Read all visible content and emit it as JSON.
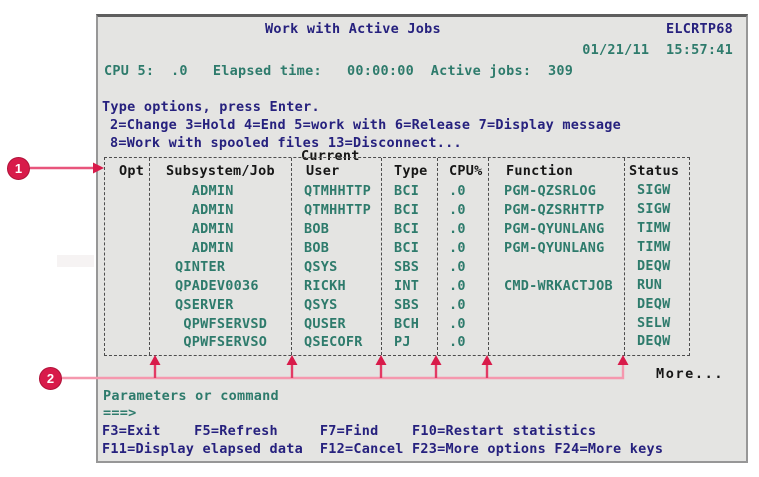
{
  "screen": {
    "title": "Work with Active Jobs",
    "system_name": "ELCRTP68",
    "datetime": "01/21/11  15:57:41",
    "cpu_line": "CPU 5:  .0   Elapsed time:   00:00:00  Active jobs:  309",
    "prompt": "Type options, press Enter.",
    "options_line1": "2=Change 3=Hold 4=End 5=work with 6=Release 7=Display message",
    "options_line2": "8=Work with spooled files 13=Disconnect...",
    "current_label": "Current",
    "more_label": "More...",
    "params_label": "Parameters or command",
    "cmd_prompt": "===>",
    "fkeys_line1": "F3=Exit    F5=Refresh     F7=Find    F10=Restart statistics",
    "fkeys_line2": "F11=Display elapsed data  F12=Cancel F23=More options F24=More keys"
  },
  "table": {
    "headers": {
      "opt": "Opt",
      "job": "Subsystem/Job",
      "user": "User",
      "type": "Type",
      "cpu": "CPU%",
      "function": "Function",
      "status": "Status"
    },
    "rows": [
      {
        "opt": "",
        "job": "  ADMIN",
        "user": "QTMHHTTP",
        "type": "BCI",
        "cpu": ".0",
        "function": "PGM-QZSRLOG",
        "status": "SIGW"
      },
      {
        "opt": "",
        "job": "  ADMIN",
        "user": "QTMHHTTP",
        "type": "BCI",
        "cpu": ".0",
        "function": "PGM-QZSRHTTP",
        "status": "SIGW"
      },
      {
        "opt": "",
        "job": "  ADMIN",
        "user": "BOB",
        "type": "BCI",
        "cpu": ".0",
        "function": "PGM-QYUNLANG",
        "status": "TIMW"
      },
      {
        "opt": "",
        "job": "  ADMIN",
        "user": "BOB",
        "type": "BCI",
        "cpu": ".0",
        "function": "PGM-QYUNLANG",
        "status": "TIMW"
      },
      {
        "opt": "",
        "job": "QINTER",
        "user": "QSYS",
        "type": "SBS",
        "cpu": ".0",
        "function": "",
        "status": "DEQW"
      },
      {
        "opt": "",
        "job": "QPADEV0036",
        "user": "RICKH",
        "type": "INT",
        "cpu": ".0",
        "function": "CMD-WRKACTJOB",
        "status": "RUN"
      },
      {
        "opt": "",
        "job": "QSERVER",
        "user": "QSYS",
        "type": "SBS",
        "cpu": ".0",
        "function": "",
        "status": "DEQW"
      },
      {
        "opt": "",
        "job": " QPWFSERVSD",
        "user": "QUSER",
        "type": "BCH",
        "cpu": ".0",
        "function": "",
        "status": "SELW"
      },
      {
        "opt": "",
        "job": " QPWFSERVSO",
        "user": "QSECOFR",
        "type": "PJ",
        "cpu": ".0",
        "function": "",
        "status": "DEQW"
      }
    ]
  },
  "callouts": {
    "one": "1",
    "two": "2"
  },
  "colors": {
    "navy_text": "#26217e",
    "teal_text": "#2e7b6c",
    "black_text": "#161616",
    "panel_background": "#e4e4e2",
    "callout_crimson": "#d81b4a",
    "arrow_crimson": "#e23a64",
    "annotation_pink": "#f598ae"
  }
}
